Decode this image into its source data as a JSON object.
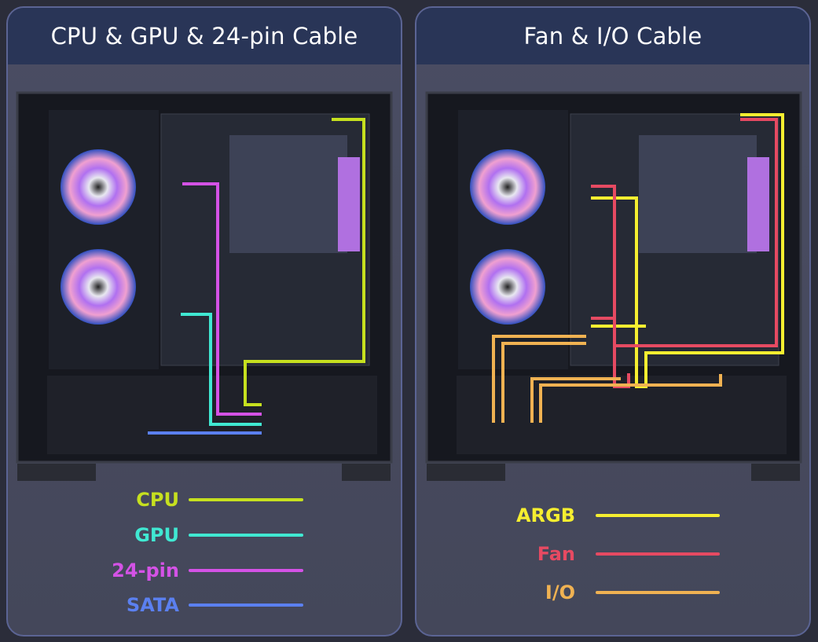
{
  "panels": [
    {
      "title": "CPU & GPU & 24-pin Cable",
      "legend": [
        {
          "label": "CPU",
          "color": "#c6e01f"
        },
        {
          "label": "GPU",
          "color": "#40e8d2"
        },
        {
          "label": "24-pin",
          "color": "#d452e6"
        },
        {
          "label": "SATA",
          "color": "#5b80f0"
        }
      ]
    },
    {
      "title": "Fan & I/O Cable",
      "legend": [
        {
          "label": "ARGB",
          "color": "#f5ee30"
        },
        {
          "label": "Fan",
          "color": "#e64a62"
        },
        {
          "label": "I/O",
          "color": "#f0b252"
        }
      ]
    }
  ]
}
